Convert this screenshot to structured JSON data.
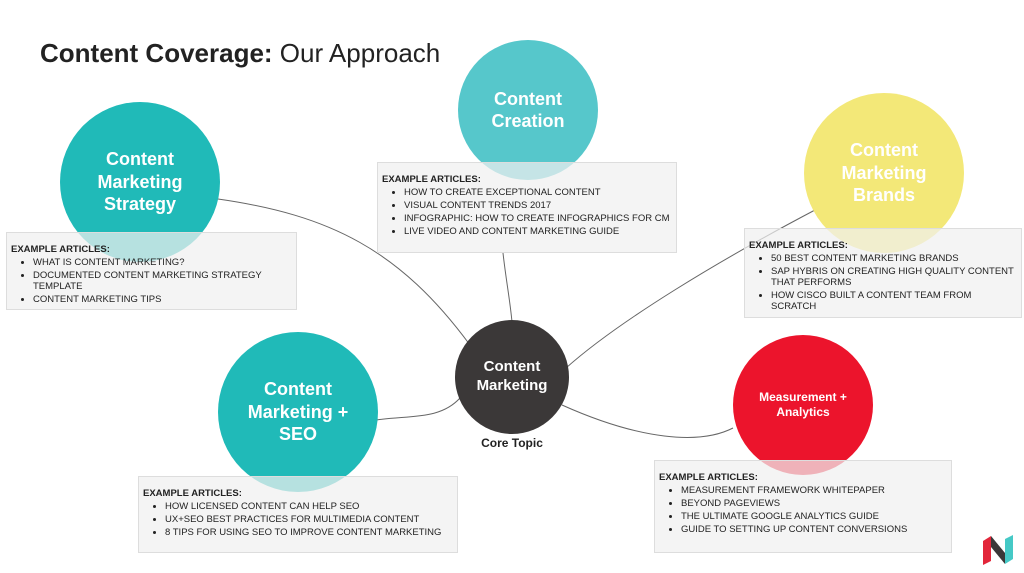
{
  "title": {
    "bold": "Content Coverage:",
    "rest": " Our Approach"
  },
  "colors": {
    "teal": "#20bab8",
    "light_teal": "#56c7cb",
    "yellow": "#f3e878",
    "dark": "#3b3838",
    "red": "#ec142c"
  },
  "core": {
    "label": "Content Marketing",
    "caption": "Core Topic"
  },
  "example_heading": "EXAMPLE ARTICLES:",
  "topics": {
    "strategy": {
      "label": "Content Marketing Strategy",
      "articles": [
        "WHAT IS CONTENT MARKETING?",
        "DOCUMENTED CONTENT MARKETING STRATEGY TEMPLATE",
        "CONTENT MARKETING TIPS"
      ]
    },
    "creation": {
      "label": "Content Creation",
      "articles": [
        "HOW TO CREATE EXCEPTIONAL CONTENT",
        "VISUAL CONTENT TRENDS 2017",
        "INFOGRAPHIC: HOW TO CREATE INFOGRAPHICS FOR CM",
        "LIVE VIDEO AND CONTENT MARKETING GUIDE"
      ]
    },
    "brands": {
      "label": "Content Marketing Brands",
      "articles": [
        "50 BEST CONTENT MARKETING BRANDS",
        "SAP HYBRIS ON CREATING HIGH QUALITY CONTENT THAT PERFORMS",
        "HOW CISCO BUILT A CONTENT TEAM FROM SCRATCH"
      ]
    },
    "seo": {
      "label": "Content Marketing + SEO",
      "articles": [
        "HOW LICENSED CONTENT CAN HELP SEO",
        "UX+SEO BEST PRACTICES FOR MULTIMEDIA CONTENT",
        "8 TIPS FOR USING SEO TO IMPROVE CONTENT MARKETING"
      ]
    },
    "measurement": {
      "label": "Measurement + Analytics",
      "articles": [
        "MEASUREMENT FRAMEWORK WHITEPAPER",
        "BEYOND PAGEVIEWS",
        "THE ULTIMATE GOOGLE ANALYTICS GUIDE",
        "GUIDE TO SETTING UP CONTENT CONVERSIONS"
      ]
    }
  }
}
